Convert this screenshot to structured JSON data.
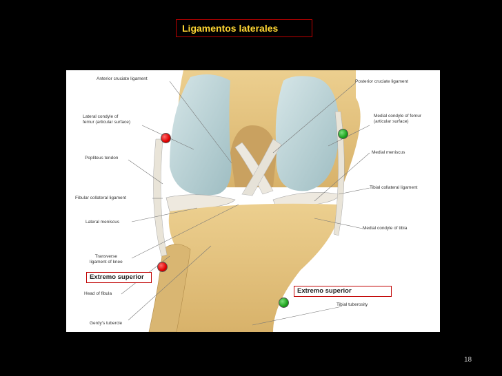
{
  "title": "Ligamentos laterales",
  "page_number": "18",
  "labels": {
    "anterior_cruciate": "Anterior cruciate ligament",
    "lateral_condyle": "Lateral condyle of\nfemur (articular surface)",
    "popliteus": "Popliteus tendon",
    "fibular_collateral": "Fibular collateral ligament",
    "lateral_meniscus": "Lateral meniscus",
    "transverse": "Transverse\nligament of knee",
    "head_fibula": "Head of fibula",
    "gerdys": "Gerdy's tubercle",
    "posterior_cruciate": "Posterior cruciate ligament",
    "medial_condyle_femur": "Medial condyle of femur\n(articular surface)",
    "medial_meniscus": "Medial meniscus",
    "tibial_collateral": "Tibial collateral ligament",
    "medial_condyle_tibia": "Medial condyle of tibia",
    "tibial_tuberosity": "Tibial tuberosity"
  },
  "callouts": {
    "fibular_superior": "Extremo superior",
    "tibial_superior": "Extremo superior"
  },
  "colors": {
    "background": "#000000",
    "title_text": "#ffd633",
    "box_border": "#c00000",
    "marker_red": "#e00000",
    "marker_green": "#1ea31e",
    "bone": "#e3c27e",
    "cartilage": "#b9d3d6"
  }
}
